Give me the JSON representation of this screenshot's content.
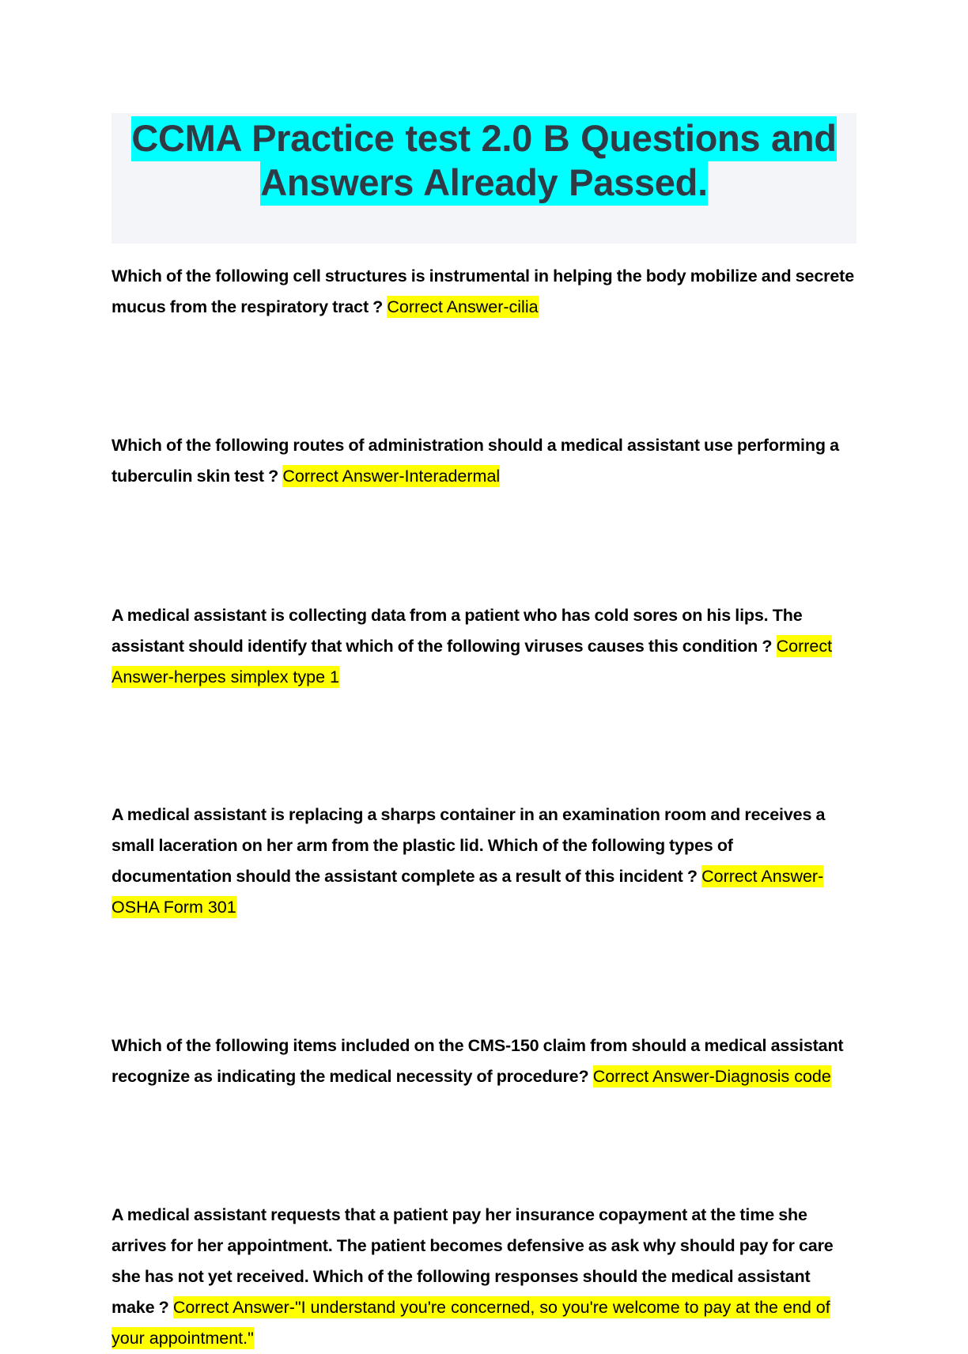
{
  "document": {
    "title_line_1": "CCMA Practice test 2.0 B Questions and",
    "title_line_2": "Answers Already Passed.",
    "title_highlight_color": "#00ffff",
    "answer_highlight_color": "#ffff00",
    "title_text_color": "#2f3a44",
    "banner_background_color": "#f4f5f9",
    "page_background_color": "#ffffff"
  },
  "items": [
    {
      "question": "Which of the following cell structures is instrumental in helping the body mobilize and secrete mucus from the respiratory tract ? ",
      "answer": "Correct Answer-cilia"
    },
    {
      "question": "Which of the following routes of administration should a medical assistant use performing a tuberculin skin test ? ",
      "answer": "Correct Answer-Interadermal"
    },
    {
      "question": "A medical assistant is collecting data from a patient who has cold sores on his lips. The assistant should identify that which of the following viruses causes this condition ? ",
      "answer": "Correct Answer-herpes simplex type 1"
    },
    {
      "question": "A medical assistant is replacing a sharps container in an examination room and receives a small laceration on her arm from the plastic lid. Which of the following types of documentation should the assistant complete as a result of this incident ? ",
      "answer": "Correct Answer-OSHA Form 301"
    },
    {
      "question": "Which of the following items included on the CMS-150 claim from should a medical assistant recognize as indicating the medical necessity of procedure? ",
      "answer": "Correct Answer-Diagnosis code"
    },
    {
      "question": "A medical assistant requests that a patient pay her insurance copayment at the time she arrives for her appointment. The patient becomes defensive as ask why should pay for care she has not yet received. Which of the following responses should the medical assistant make ? ",
      "answer": "Correct Answer-\"I understand you're concerned, so you're welcome to pay at the end of your appointment.\""
    }
  ]
}
